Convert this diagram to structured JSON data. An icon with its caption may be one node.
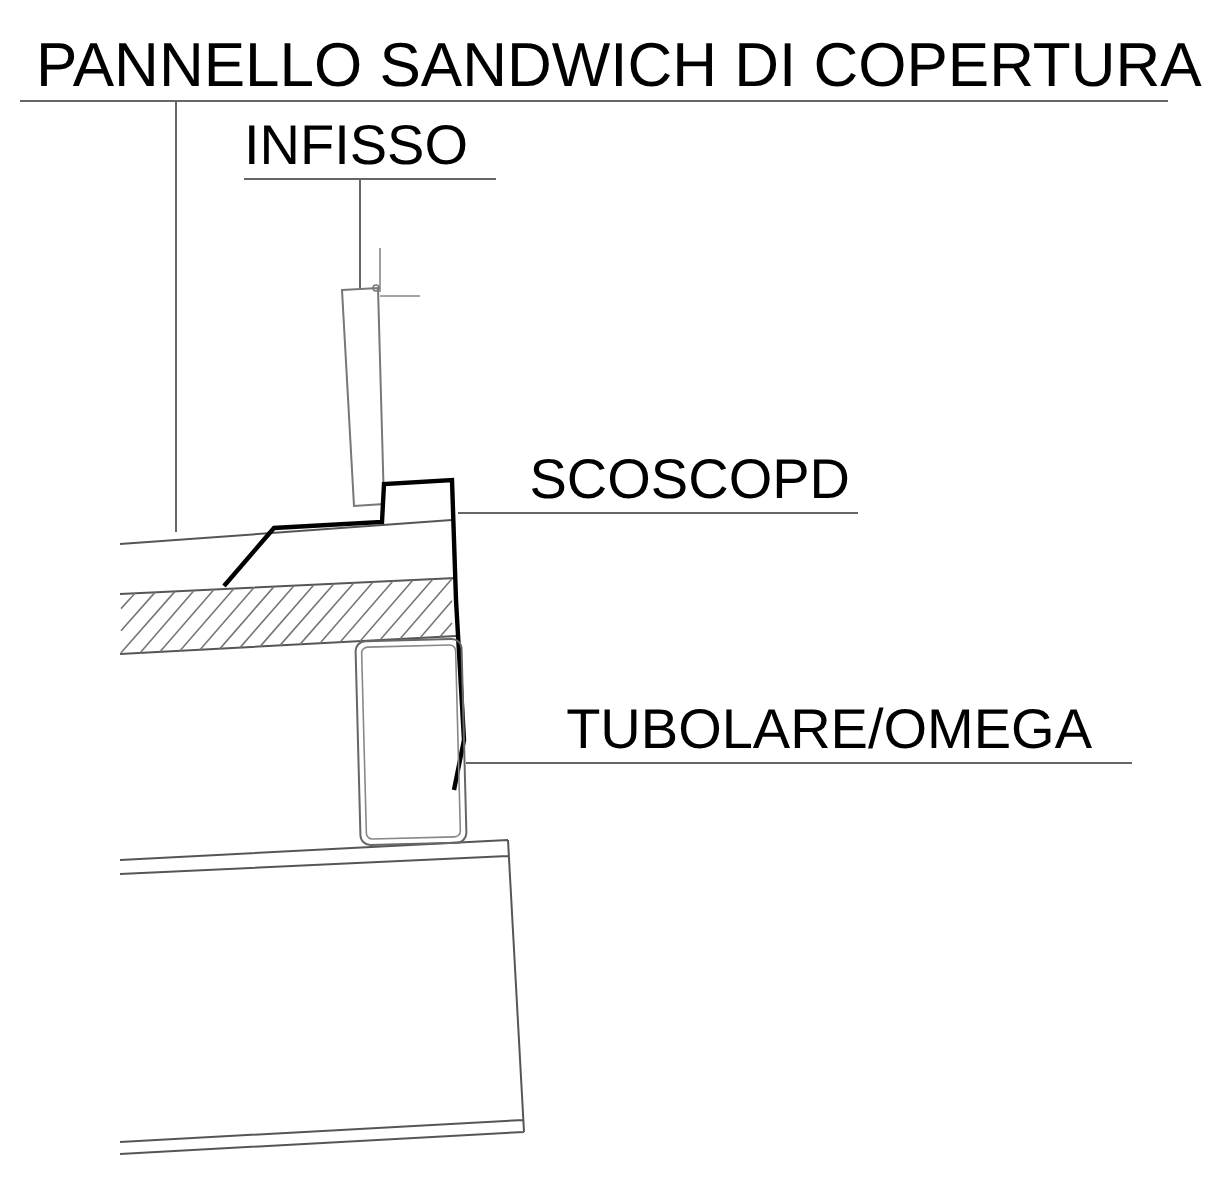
{
  "diagram": {
    "nodes": [
      {
        "text": [
          "PANNELLO SANDWICH DI COPERTURA"
        ]
      },
      {
        "text": [
          "INFISSO"
        ]
      },
      {
        "text": [
          "SCOSCOPD"
        ]
      },
      {
        "text": [
          "TUBOLARE/OMEGA"
        ]
      },
      {
        "text": [],
        "shape": "picture"
      },
      {
        "text": [],
        "shape": "box"
      },
      {
        "text": [],
        "shape": "picture"
      },
      {
        "text": [],
        "shape": "box"
      }
    ],
    "edges": [
      {
        "from": 0,
        "to": 4,
        "arrow": "none"
      },
      {
        "from": 1,
        "to": 5,
        "arrow": "none"
      },
      {
        "from": 2,
        "to": 6,
        "arrow": "none"
      },
      {
        "from": 3,
        "to": 7,
        "arrow": "none"
      }
    ]
  }
}
